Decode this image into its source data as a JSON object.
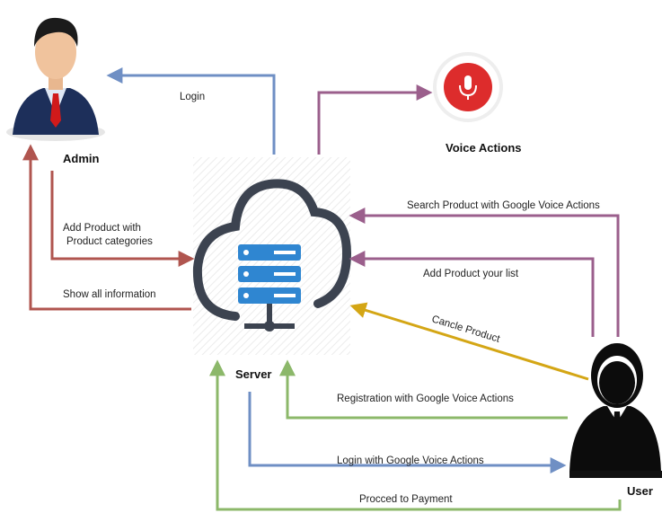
{
  "nodes": {
    "admin": "Admin",
    "server": "Server",
    "voice": "Voice Actions",
    "user": "User"
  },
  "edges": {
    "login": "Login",
    "add_product_line1": "Add Product with",
    "add_product_line2": "Product categories",
    "show_all": "Show all information",
    "search_voice": "Search Product with Google Voice Actions",
    "add_list": "Add Product your list",
    "cancel": "Cancle Product",
    "registration": "Registration with Google Voice Actions",
    "login_voice": "Login with Google Voice Actions",
    "payment": "Procced to Payment"
  },
  "colors": {
    "blue": "#6f8fc4",
    "red": "#b0554f",
    "purple": "#9b5f8c",
    "yellow": "#d4a615",
    "green": "#8cb86a",
    "server_dark": "#3c4350",
    "server_blue": "#2f86d1",
    "mic_red": "#dd2c2c"
  }
}
